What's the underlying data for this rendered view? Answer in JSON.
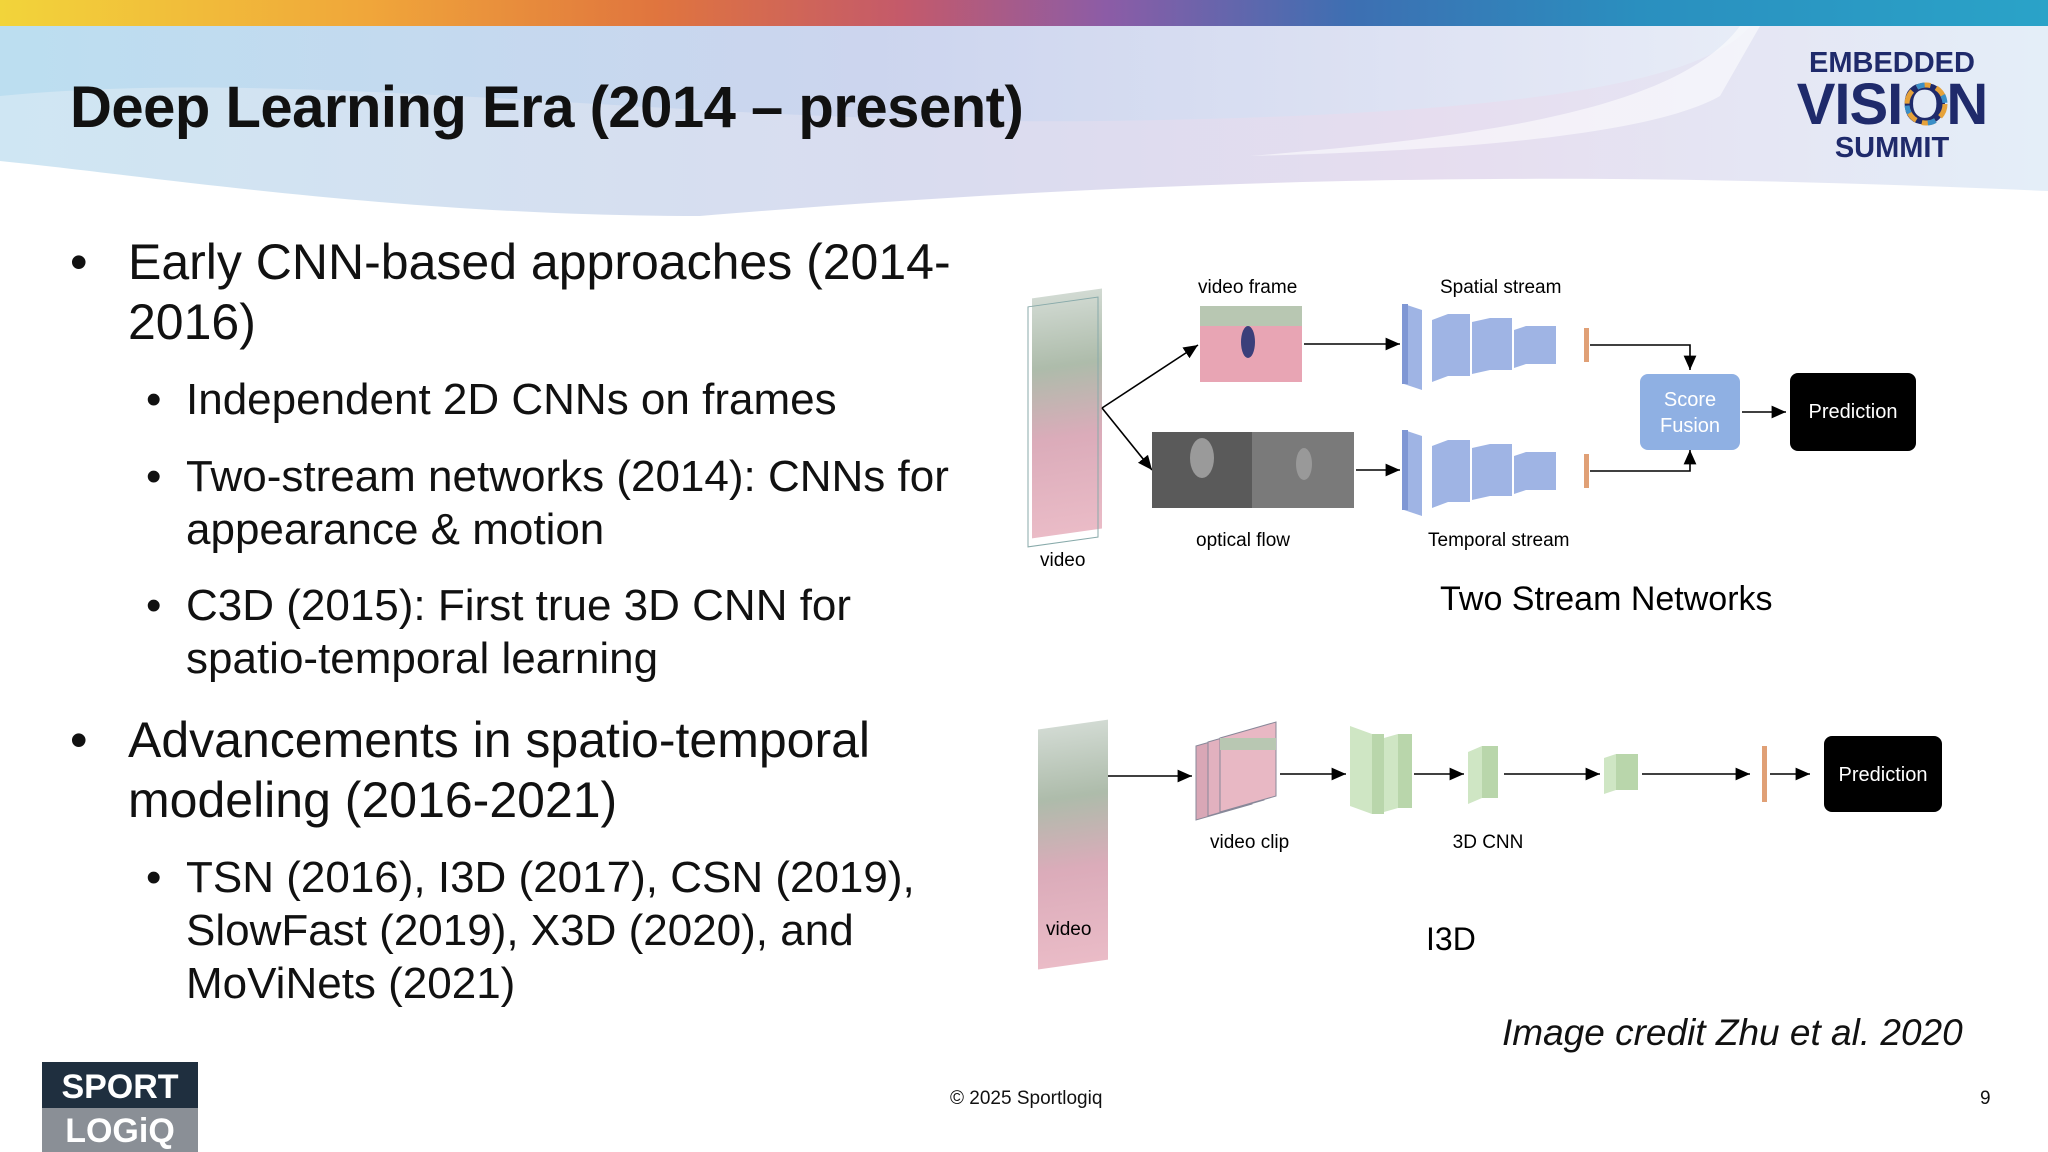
{
  "slide": {
    "title": "Deep Learning Era (2014 – present)",
    "bullets": [
      {
        "level": 1,
        "text": "Early CNN-based approaches (2014-2016)"
      },
      {
        "level": 2,
        "text": "Independent 2D CNNs on frames"
      },
      {
        "level": 2,
        "text": "Two-stream networks (2014): CNNs for appearance & motion"
      },
      {
        "level": 2,
        "text": "C3D (2015): First true 3D CNN for spatio-temporal learning"
      },
      {
        "level": 1,
        "text": "Advancements in spatio-temporal modeling (2016-2021)"
      },
      {
        "level": 2,
        "text": "TSN (2016), I3D (2017), CSN (2019), SlowFast (2019), X3D (2020), and MoViNets (2021)"
      }
    ],
    "image_credit": "Image credit Zhu et al. 2020",
    "footer": "© 2025 Sportlogiq",
    "page_number": "9"
  },
  "logos": {
    "event": {
      "line1": "EMBEDDED",
      "line2": "VISION",
      "line3": "SUMMIT"
    },
    "company": {
      "line1": "SPORT",
      "line2": "LOGiQ"
    }
  },
  "diagram": {
    "two_stream": {
      "video_frame": "video frame",
      "spatial_stream": "Spatial stream",
      "optical_flow": "optical flow",
      "temporal_stream": "Temporal stream",
      "video": "video",
      "score_fusion_1": "Score",
      "score_fusion_2": "Fusion",
      "prediction": "Prediction",
      "title": "Two Stream Networks"
    },
    "i3d": {
      "video_clip": "video clip",
      "cnn": "3D CNN",
      "video": "video",
      "prediction": "Prediction",
      "title": "I3D"
    }
  },
  "colors": {
    "cnn_blue": "#9fb4e4",
    "cnn_green": "#cfe6c4",
    "fusion_blue": "#8fb0e3",
    "prediction_black": "#000000",
    "logo_navy": "#1f2a6b"
  }
}
